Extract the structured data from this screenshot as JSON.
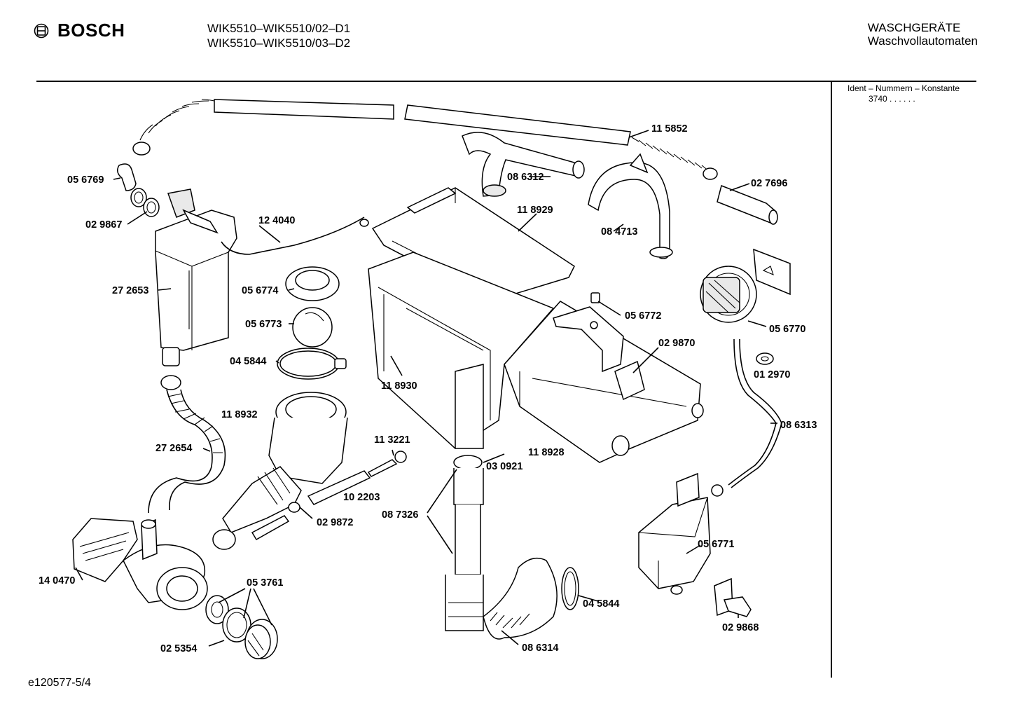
{
  "header": {
    "brand": "BOSCH",
    "model_line_1": "WIK5510–WIK5510/02–D1",
    "model_line_2": "WIK5510–WIK5510/03–D2",
    "category_1": "WASCHGERÄTE",
    "category_2": "Waschvollautomaten"
  },
  "ident_box": {
    "title": "Ident – Nummern – Konstante",
    "value": "3740 . . . . . ."
  },
  "footer": {
    "drawing_code": "e120577-5/4"
  },
  "parts": [
    {
      "id": "p115852",
      "label": "11 5852"
    },
    {
      "id": "p056769",
      "label": "05 6769"
    },
    {
      "id": "p086312",
      "label": "08 6312"
    },
    {
      "id": "p027696",
      "label": "02 7696"
    },
    {
      "id": "p029867",
      "label": "02 9867"
    },
    {
      "id": "p118929",
      "label": "11 8929"
    },
    {
      "id": "p124040",
      "label": "12 4040"
    },
    {
      "id": "p084713",
      "label": "08 4713"
    },
    {
      "id": "p272653",
      "label": "27 2653"
    },
    {
      "id": "p056774",
      "label": "05 6774"
    },
    {
      "id": "p056772",
      "label": "05 6772"
    },
    {
      "id": "p056773",
      "label": "05 6773"
    },
    {
      "id": "p056770",
      "label": "05 6770"
    },
    {
      "id": "p029870",
      "label": "02 9870"
    },
    {
      "id": "p045844a",
      "label": "04 5844"
    },
    {
      "id": "p012970",
      "label": "01 2970"
    },
    {
      "id": "p118930",
      "label": "11 8930"
    },
    {
      "id": "p118932",
      "label": "11 8932"
    },
    {
      "id": "p086313",
      "label": "08 6313"
    },
    {
      "id": "p113221",
      "label": "11 3221"
    },
    {
      "id": "p272654",
      "label": "27 2654"
    },
    {
      "id": "p118928",
      "label": "11 8928"
    },
    {
      "id": "p030921",
      "label": "03 0921"
    },
    {
      "id": "p102203",
      "label": "10 2203"
    },
    {
      "id": "p087326",
      "label": "08 7326"
    },
    {
      "id": "p029872",
      "label": "02 9872"
    },
    {
      "id": "p056771",
      "label": "05 6771"
    },
    {
      "id": "p140470",
      "label": "14 0470"
    },
    {
      "id": "p053761",
      "label": "05 3761"
    },
    {
      "id": "p045844b",
      "label": "04 5844"
    },
    {
      "id": "p029868",
      "label": "02 9868"
    },
    {
      "id": "p025354",
      "label": "02 5354"
    },
    {
      "id": "p086314",
      "label": "08 6314"
    }
  ]
}
